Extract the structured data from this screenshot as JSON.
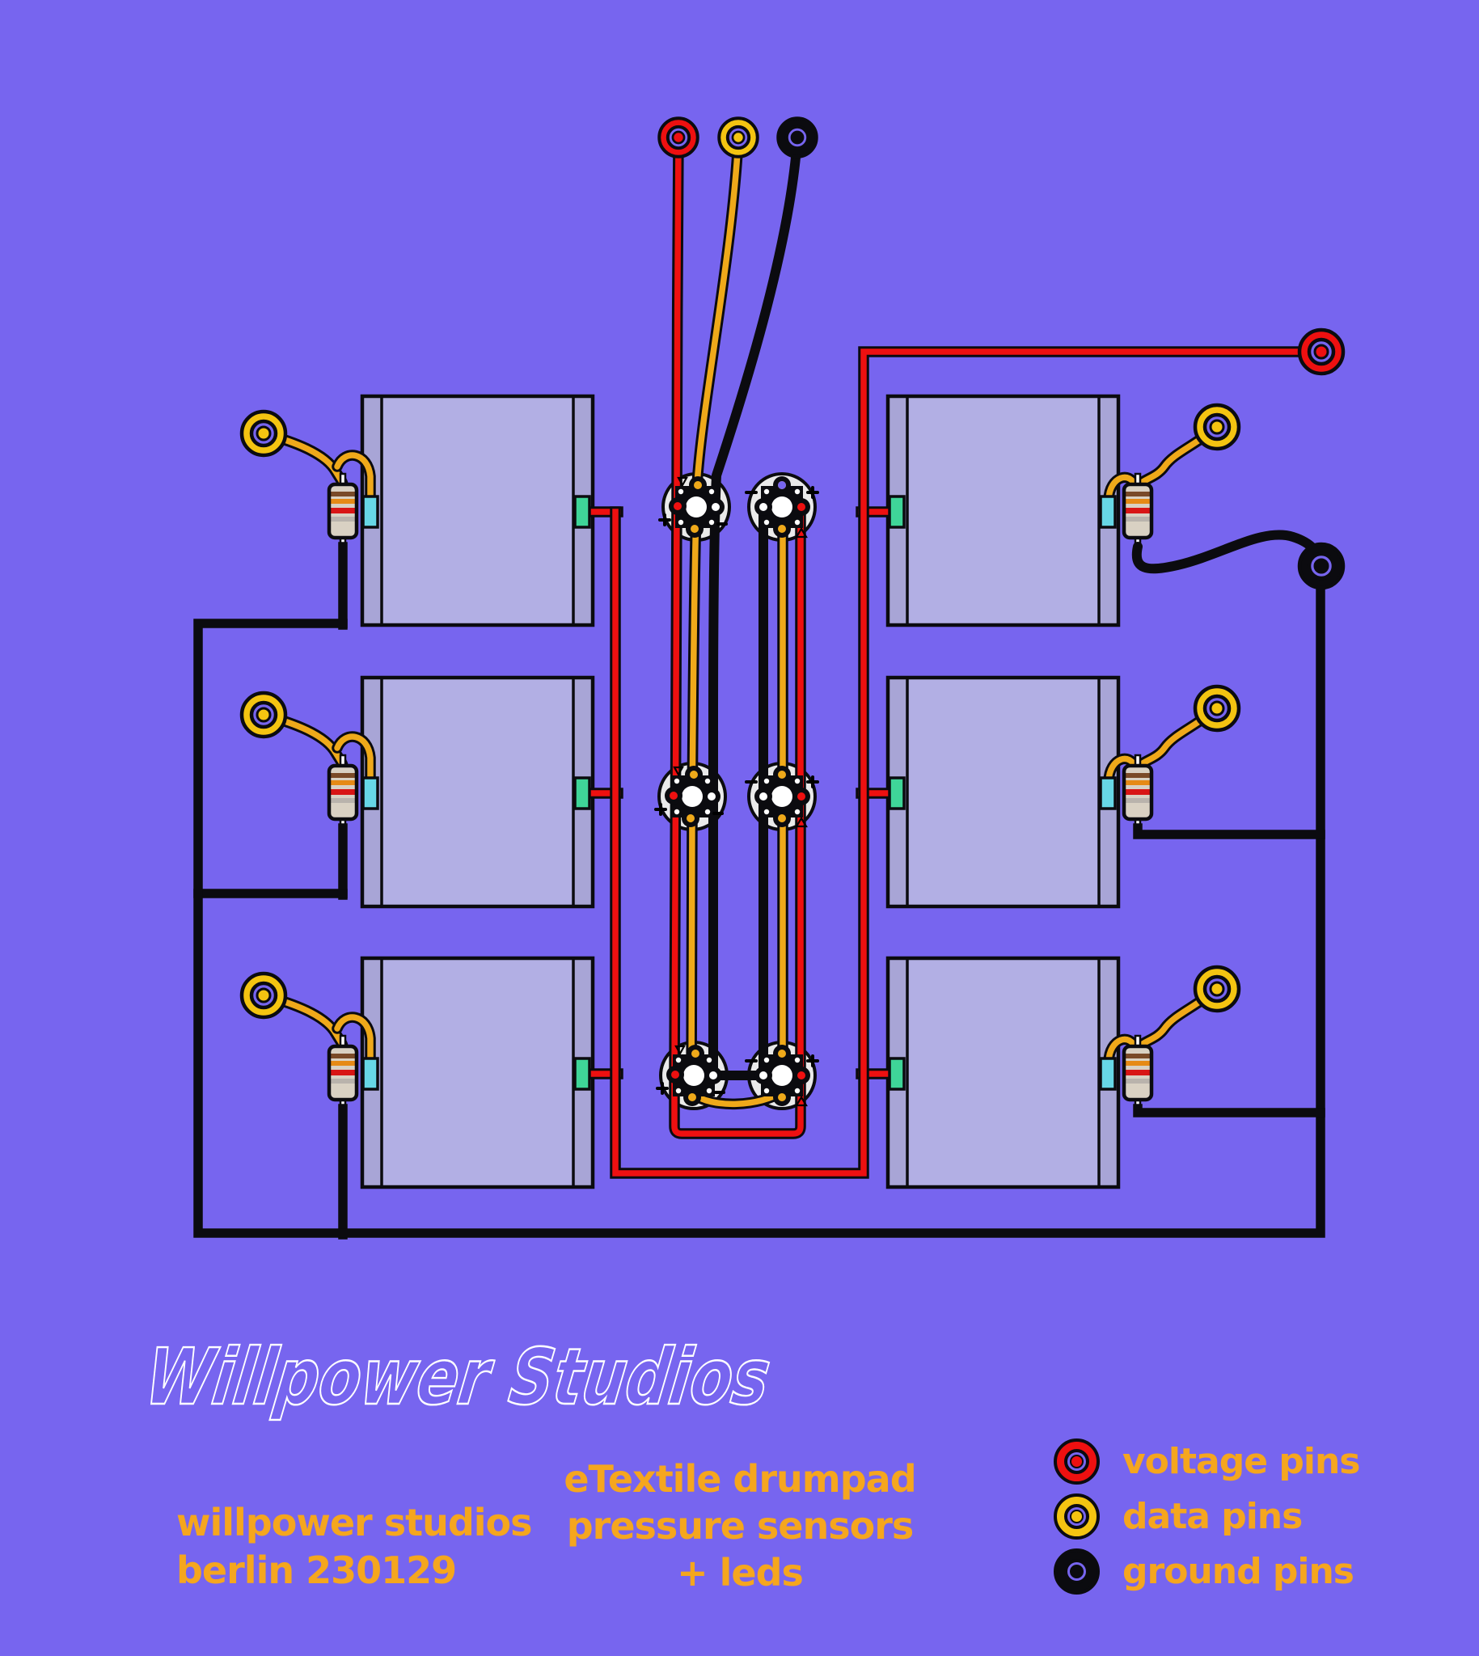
{
  "palette": {
    "background": "#7765EF",
    "pad_body": "#B2AFE4",
    "pad_strip": "#A8A5D6",
    "wire_red": "#EE1010",
    "wire_yellow": "#EFA91A",
    "pin_yellow": "#F4C411",
    "wire_black": "#0B0B0F",
    "tab_cyan": "#67D7E6",
    "tab_green": "#3FD598",
    "module_body": "#EAEAEA",
    "resistor_body": "#D9D1C3",
    "text_orange": "#F5A61E",
    "logo_white": "#FFFFFF"
  },
  "logo": {
    "text": "Willpower Studios"
  },
  "footer": {
    "credit_line1": "willpower studios",
    "credit_line2": "berlin 230129",
    "caption_line1": "eTextile drumpad",
    "caption_line2": "pressure sensors",
    "caption_line3": "+ leds"
  },
  "legend": {
    "items": [
      {
        "id": "voltage",
        "label": "voltage pins",
        "color": "#EE1010"
      },
      {
        "id": "data",
        "label": "data pins",
        "color": "#F4C411"
      },
      {
        "id": "ground",
        "label": "ground pins",
        "color": "#0B0B0F"
      }
    ]
  }
}
